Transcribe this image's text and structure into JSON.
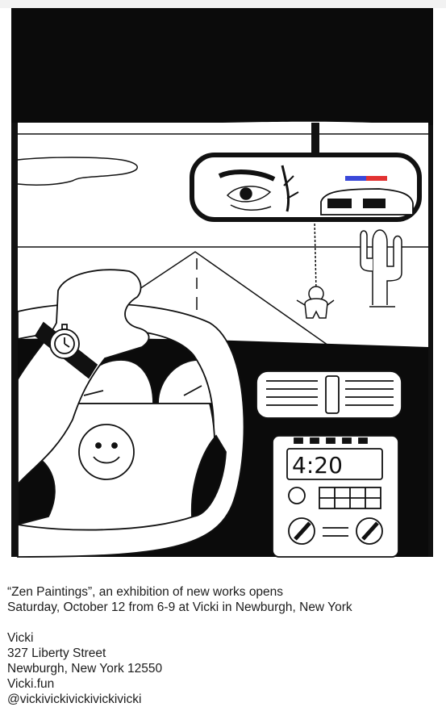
{
  "artwork": {
    "clock_display": "4:20"
  },
  "caption": {
    "line1": "“Zen Paintings”, an exhibition of new works opens",
    "line2": "Saturday, October 12 from 6-9 at Vicki in Newburgh, New York",
    "venue_name": "Vicki",
    "street": "327 Liberty Street",
    "city": "Newburgh, New York 12550",
    "website": "Vicki.fun",
    "handle_partial": "@vickivickivickivickivicki"
  }
}
